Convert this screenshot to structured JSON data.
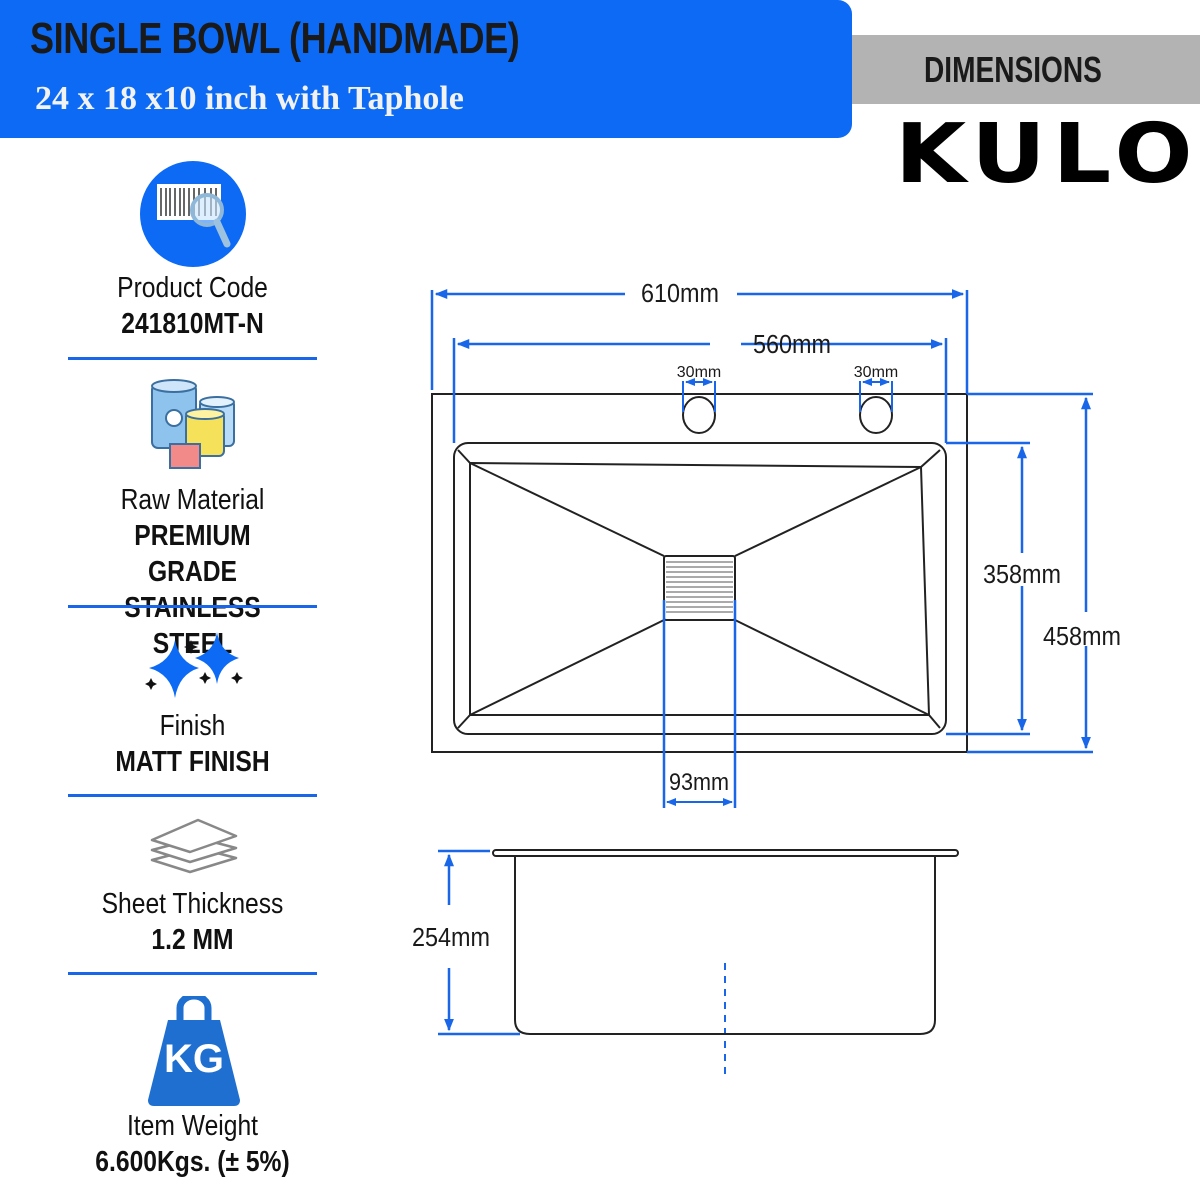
{
  "header": {
    "title": "SINGLE BOWL (HANDMADE)",
    "subtitle": "24 x 18 x10 inch with Taphole"
  },
  "dimensions_label": "DIMENSIONS",
  "brand": "KULO",
  "specs": [
    {
      "icon": "barcode-search-icon",
      "label": "Product Code",
      "value": "241810MT-N"
    },
    {
      "icon": "raw-material-icon",
      "label": "Raw Material",
      "value": "PREMIUM GRADE",
      "value2": "STAINLESS STEEL"
    },
    {
      "icon": "sparkle-icon",
      "label": "Finish",
      "value": "MATT FINISH"
    },
    {
      "icon": "layers-icon",
      "label": "Sheet Thickness",
      "value": "1.2 MM"
    },
    {
      "icon": "weight-icon",
      "label": "Item Weight",
      "value": "6.600Kgs. (± 5%)",
      "icon_text": "KG"
    }
  ],
  "drawing": {
    "overall_width": "610mm",
    "bowl_width": "560mm",
    "taphole_1": "30mm",
    "taphole_2": "30mm",
    "bowl_length": "358mm",
    "overall_length": "458mm",
    "drain_width": "93mm",
    "depth": "254mm"
  },
  "colors": {
    "accent": "#0d6af5",
    "dimension": "#1a66e8",
    "bar": "#b3b3b3"
  }
}
